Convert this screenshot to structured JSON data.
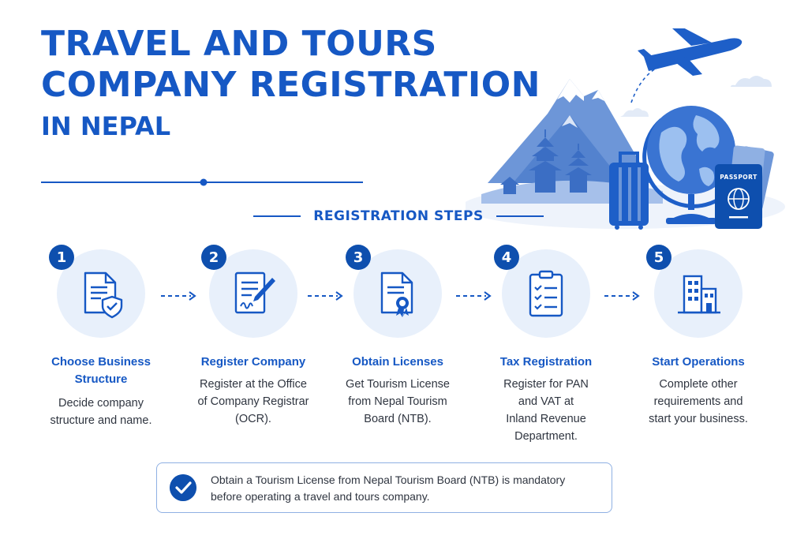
{
  "title": {
    "line1": "TRAVEL AND TOURS",
    "line2": "COMPANY REGISTRATION",
    "line3": "IN NEPAL"
  },
  "hero": {
    "passport_label": "PASSPORT",
    "icons": [
      "airplane-icon",
      "mountain-icon",
      "temple-icon",
      "suitcase-icon",
      "globe-icon",
      "passport-icon",
      "ticket-icon",
      "cloud-icon"
    ]
  },
  "steps_heading": "REGISTRATION STEPS",
  "steps": [
    {
      "number": "1",
      "title": "Choose Business Structure",
      "title_lines": [
        "Choose Business",
        "Structure"
      ],
      "desc": [
        "Decide company",
        "structure and name."
      ],
      "icon": "document-shield-icon"
    },
    {
      "number": "2",
      "title": "Register Company",
      "title_lines": [
        "Register Company"
      ],
      "desc": [
        "Register at the Office",
        "of Company Registrar",
        "(OCR)."
      ],
      "icon": "document-pen-icon"
    },
    {
      "number": "3",
      "title": "Obtain Licenses",
      "title_lines": [
        "Obtain Licenses"
      ],
      "desc": [
        "Get Tourism License",
        "from Nepal Tourism",
        "Board (NTB)."
      ],
      "icon": "certificate-icon"
    },
    {
      "number": "4",
      "title": "Tax Registration",
      "title_lines": [
        "Tax Registration"
      ],
      "desc": [
        "Register for PAN",
        "and VAT at",
        "Inland Revenue",
        "Department."
      ],
      "icon": "clipboard-checklist-icon"
    },
    {
      "number": "5",
      "title": "Start Operations",
      "title_lines": [
        "Start Operations"
      ],
      "desc": [
        "Complete other",
        "requirements and",
        "start your business."
      ],
      "icon": "office-building-icon"
    }
  ],
  "note": {
    "lines": [
      "Obtain a Tourism License from Nepal Tourism Board (NTB) is mandatory",
      "before operating a travel and tours company."
    ],
    "icon": "checkmark-icon"
  },
  "colors": {
    "primary": "#1658c4",
    "dark_badge": "#0e4fae",
    "circle_bg": "#e8f0fb",
    "border": "#8fb0e3"
  }
}
